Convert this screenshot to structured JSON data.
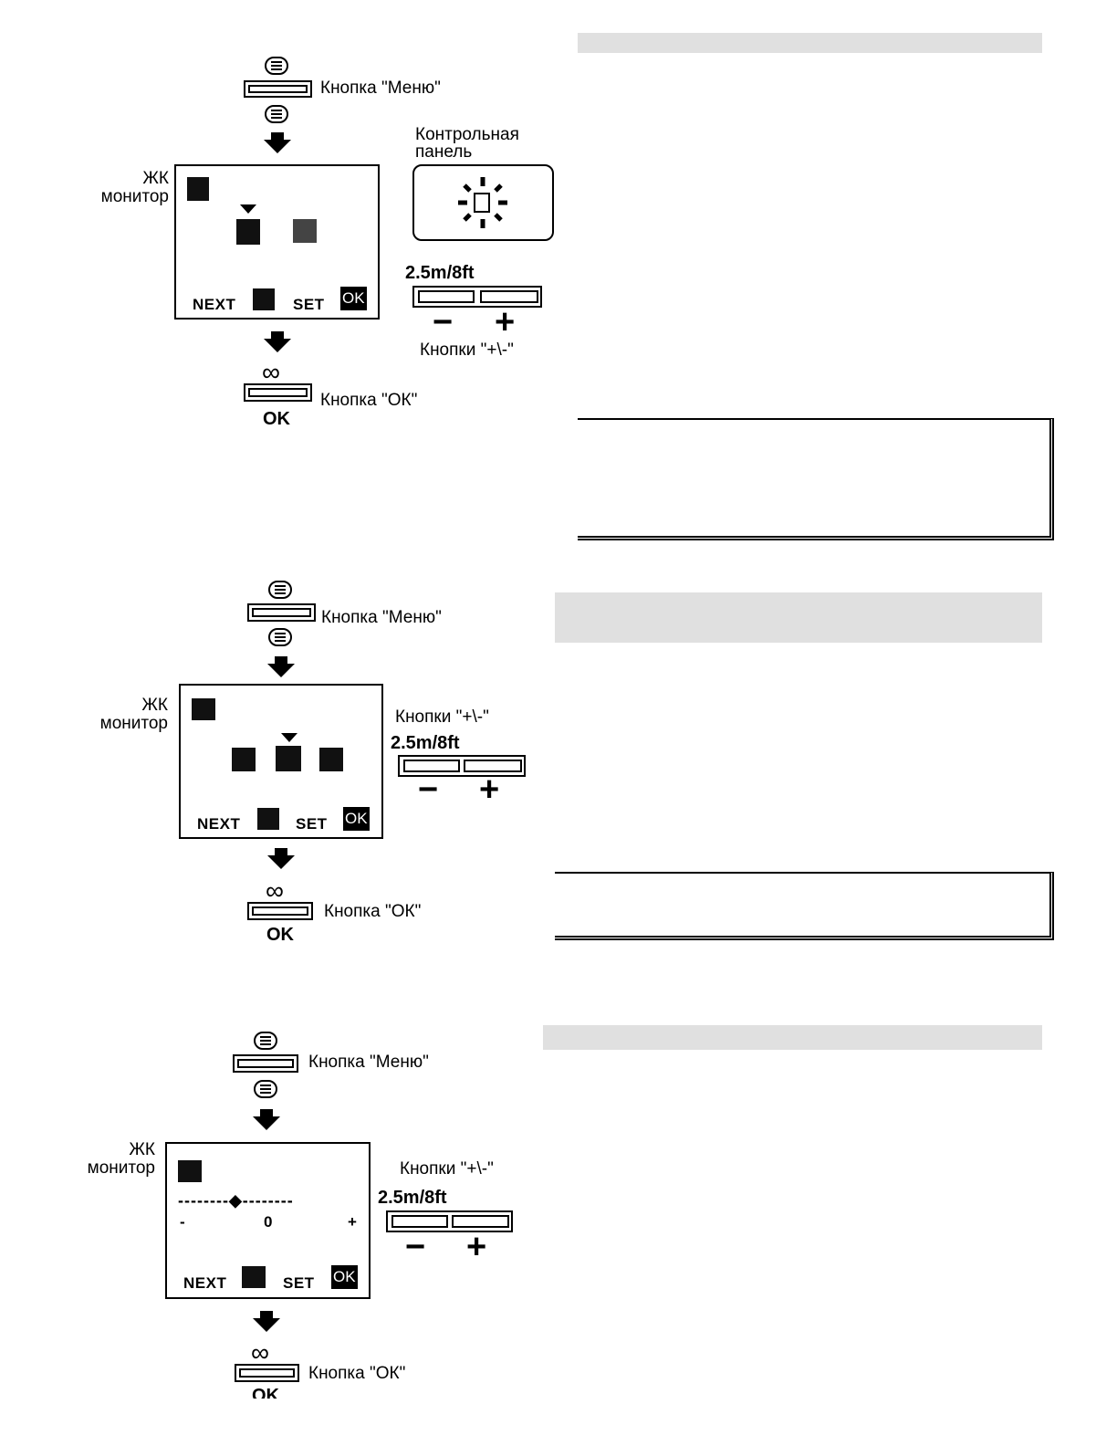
{
  "labels": {
    "menu_button": "Кнопка \"Меню\"",
    "ok_button": "Кнопка \"ОК\"",
    "lcd_monitor_line1": "ЖК",
    "lcd_monitor_line2": "монитор",
    "control_panel_line1": "Контрольная",
    "control_panel_line2": "панель",
    "plus_minus_buttons": "Кнопки \"+\\-\"",
    "distance": "2.5m/8ft",
    "ok_text": "OK",
    "infinity": "∞",
    "minus": "−",
    "plus": "+"
  },
  "lcd": {
    "next": "NEXT",
    "set": "SET",
    "ok": "OK"
  },
  "section3_scale": {
    "minus": "-",
    "zero": "0",
    "plus": "+",
    "dashes": "--------◆--------"
  }
}
